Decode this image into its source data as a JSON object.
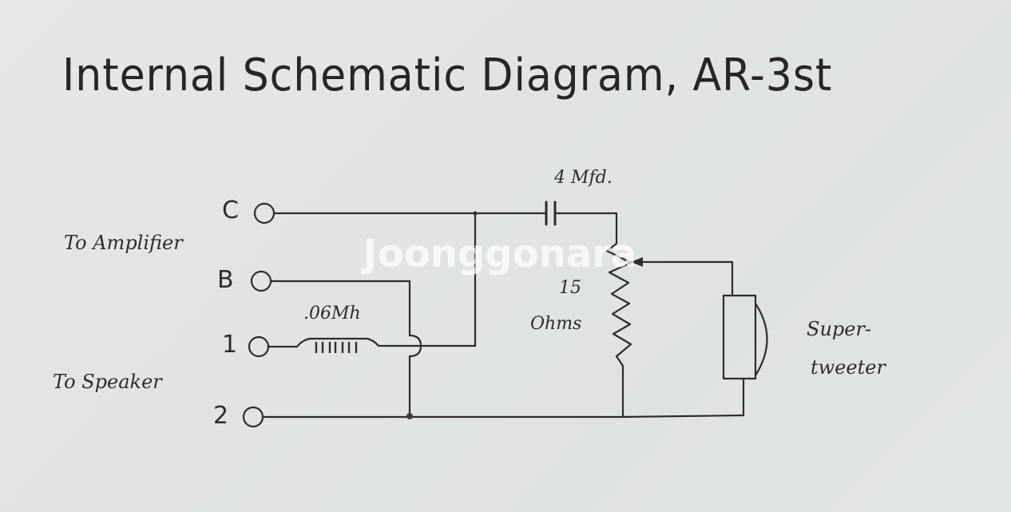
{
  "title": "Internal Schematic Diagram, AR-3st",
  "terminals": [
    {
      "id": "C",
      "label": "C"
    },
    {
      "id": "B",
      "label": "B"
    },
    {
      "id": "1",
      "label": "1"
    },
    {
      "id": "2",
      "label": "2"
    }
  ],
  "groups": {
    "amplifier": "To Amplifier",
    "speaker": "To Speaker"
  },
  "components": {
    "capacitor": {
      "label": "4 Mfd."
    },
    "inductor": {
      "label": ".06Mh"
    },
    "potentiometer": {
      "value": "15",
      "unit": "Ohms"
    },
    "supertweeter": {
      "line1": "Super-",
      "line2": "tweeter"
    }
  },
  "watermark": "Joonggonara",
  "colors": {
    "ink": "#2a2a2c",
    "paper": "#e3e5e5"
  }
}
